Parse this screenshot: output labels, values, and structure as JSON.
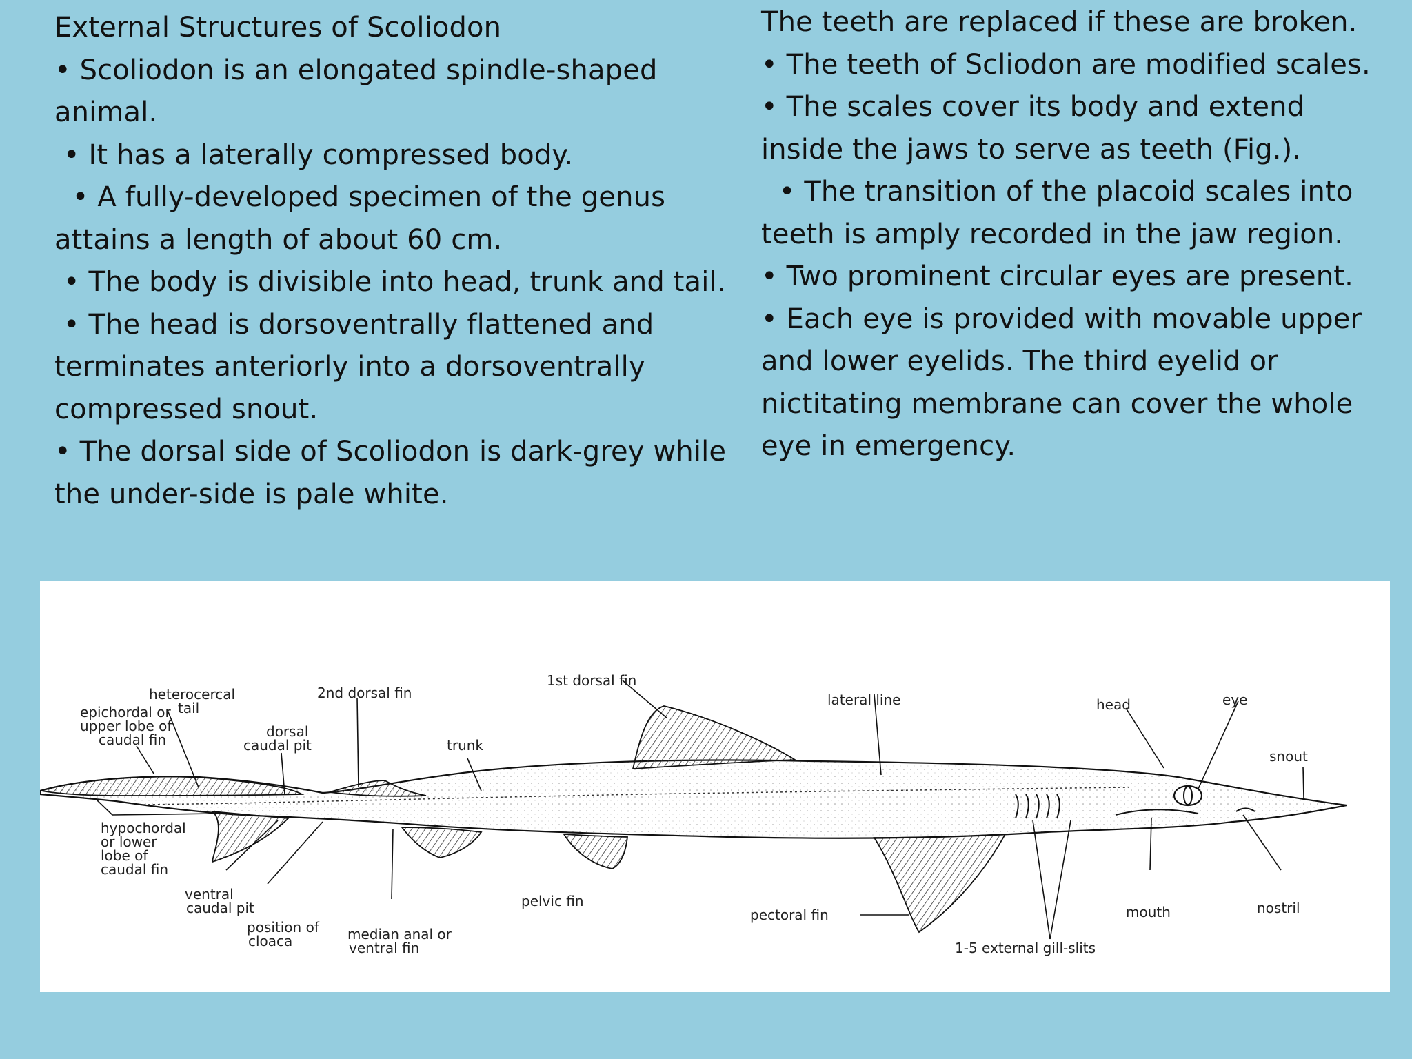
{
  "slide": {
    "background": "#95cddf",
    "left_column": [
      "External Structures of Scoliodon",
      "• Scoliodon is an elongated spindle-shaped",
      "animal.",
      " • It has a laterally compressed body.",
      "  • A fully-developed specimen of the genus",
      "attains a length of about 60 cm.",
      " • The body is divisible into head, trunk and tail.",
      " • The head is dorsoventrally flattened and",
      "terminates anteriorly into a dorsoventrally",
      "compressed snout.",
      "• The dorsal side of Scoliodon is dark-grey while",
      "the under-side is pale white."
    ],
    "right_column": [
      "The teeth are replaced if these are broken.",
      "• The teeth of Scliodon are modified scales.",
      "• The scales cover its body and extend",
      "inside the jaws to serve as teeth (Fig.).",
      "  • The transition of the placoid scales into",
      "teeth is amply recorded in the jaw region.",
      "• Two prominent circular eyes are present.",
      "• Each eye is provided with movable upper",
      "and lower eyelids. The third eyelid or",
      "nictitating membrane can cover the whole",
      "eye in emergency."
    ]
  },
  "figure": {
    "labels": {
      "heterocercal_tail": [
        "heterocercal",
        "tail"
      ],
      "epichordal": [
        "epichordal or",
        "upper lobe of",
        "caudal fin"
      ],
      "second_dorsal_fin": "2nd dorsal fin",
      "dorsal_caudal_pit": [
        "dorsal",
        "caudal pit"
      ],
      "trunk": "trunk",
      "first_dorsal_fin": "1st dorsal fin",
      "lateral_line": "lateral line",
      "head": "head",
      "eye": "eye",
      "snout": "snout",
      "hypochordal": [
        "hypochordal",
        "or lower",
        "lobe of",
        "caudal fin"
      ],
      "ventral_caudal_pit": [
        "ventral",
        "caudal pit"
      ],
      "cloaca": [
        "position of",
        "cloaca"
      ],
      "anal_fin": [
        "median anal or",
        "ventral fin"
      ],
      "pelvic_fin": "pelvic fin",
      "pectoral_fin": "pectoral fin",
      "mouth": "mouth",
      "nostril": "nostril",
      "gill_slits": "1-5 external gill-slits"
    }
  }
}
